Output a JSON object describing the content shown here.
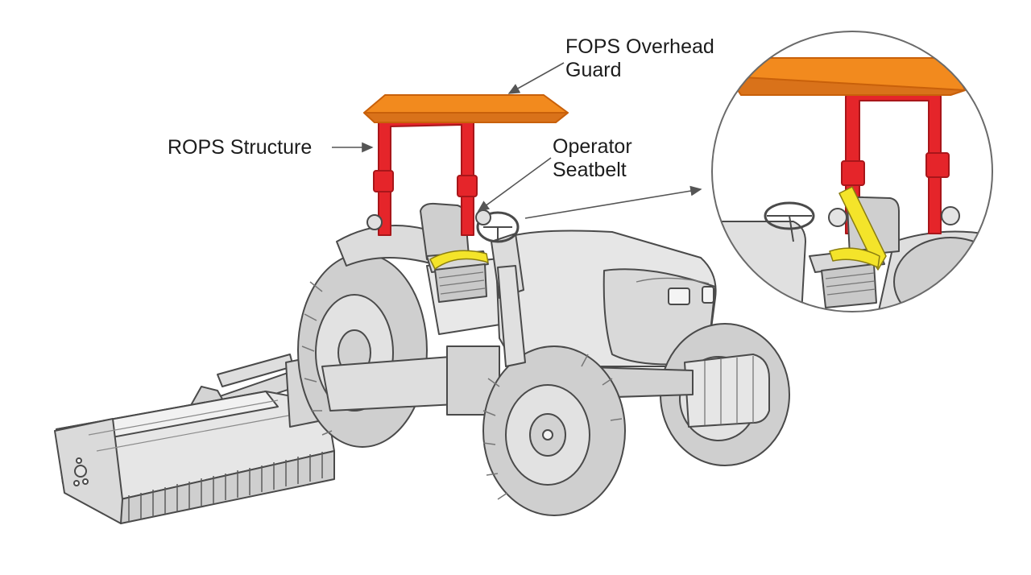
{
  "labels": {
    "fops": {
      "line1": "FOPS Overhead",
      "line2": "Guard"
    },
    "rops": "ROPS Structure",
    "seatbelt": {
      "line1": "Operator",
      "line2": "Seatbelt"
    }
  },
  "colors": {
    "canopy": "#f28a1e",
    "canopy_dark": "#c8600a",
    "rops": "#e5252a",
    "rops_dark": "#a8161a",
    "seatbelt": "#f4e42a",
    "body": "#e4e4e4",
    "outline": "#4a4a4a",
    "tire": "#cfcfcf"
  },
  "icons": [
    "tractor-illustration",
    "flail-mower-illustration",
    "seatbelt-detail-magnifier"
  ]
}
